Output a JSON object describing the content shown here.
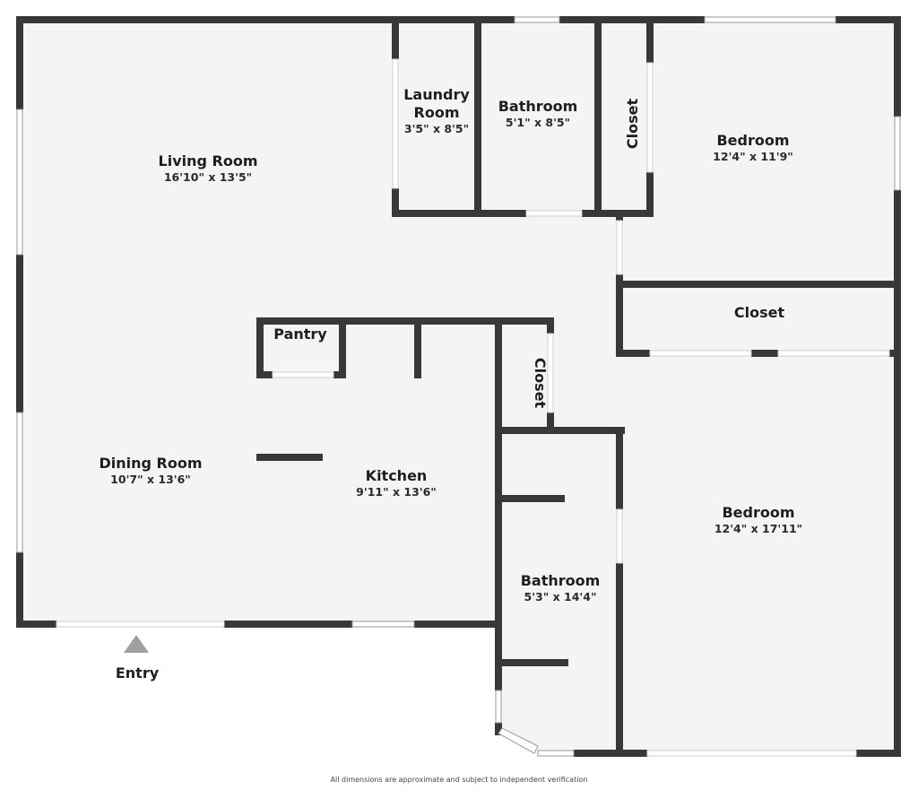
{
  "colors": {
    "wall": "#383838",
    "floor": "#f4f4f4",
    "window": "#ffffff",
    "entry_marker": "#a0a0a0"
  },
  "rooms": {
    "living_room": {
      "name": "Living Room",
      "dims": "16'10\" x 13'5\""
    },
    "laundry_room": {
      "name_line1": "Laundry",
      "name_line2": "Room",
      "dims": "3'5\" x 8'5\""
    },
    "bathroom_1": {
      "name": "Bathroom",
      "dims": "5'1\" x 8'5\""
    },
    "closet_1": {
      "name": "Closet"
    },
    "bedroom_1": {
      "name": "Bedroom",
      "dims": "12'4\" x 11'9\""
    },
    "closet_2": {
      "name": "Closet"
    },
    "pantry": {
      "name": "Pantry"
    },
    "closet_3": {
      "name": "Closet"
    },
    "dining_room": {
      "name": "Dining Room",
      "dims": "10'7\" x 13'6\""
    },
    "kitchen": {
      "name": "Kitchen",
      "dims": "9'11\" x 13'6\""
    },
    "bathroom_2": {
      "name": "Bathroom",
      "dims": "5'3\" x 14'4\""
    },
    "bedroom_2": {
      "name": "Bedroom",
      "dims": "12'4\" x 17'11\""
    }
  },
  "entry": {
    "label": "Entry"
  },
  "footer": {
    "disclaimer": "All dimensions are approximate and subject to independent verification"
  }
}
